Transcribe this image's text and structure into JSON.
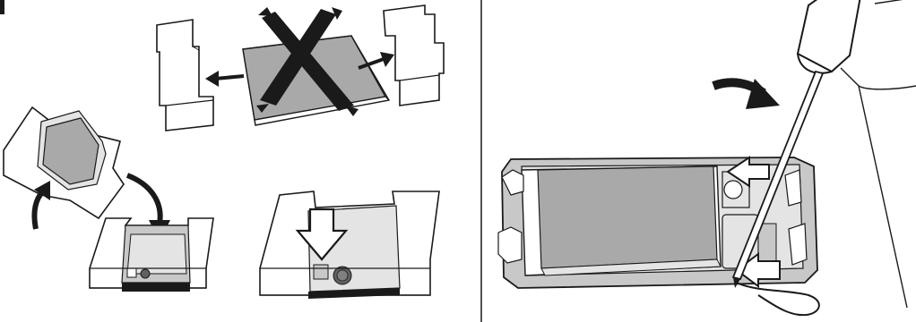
{
  "figure": {
    "panels": [
      {
        "id": "left",
        "steps": [
          "remove-cover-do-not",
          "flip-and-insert",
          "press-down"
        ]
      },
      {
        "id": "right",
        "steps": [
          "pry-socket-latch-with-screwdriver"
        ]
      }
    ],
    "colors": {
      "line": "#1a1a1a",
      "chip_gray": "#a9a9a9",
      "dark_gray": "#606060",
      "light_gray": "#e4e4e4",
      "mid_gray": "#c8c8c8",
      "white": "#ffffff"
    },
    "icons": [
      "x-mark-icon",
      "arrow-left-icon",
      "arrow-right-icon",
      "curved-arrow-icon",
      "down-arrow-icon",
      "screwdriver-icon"
    ]
  }
}
